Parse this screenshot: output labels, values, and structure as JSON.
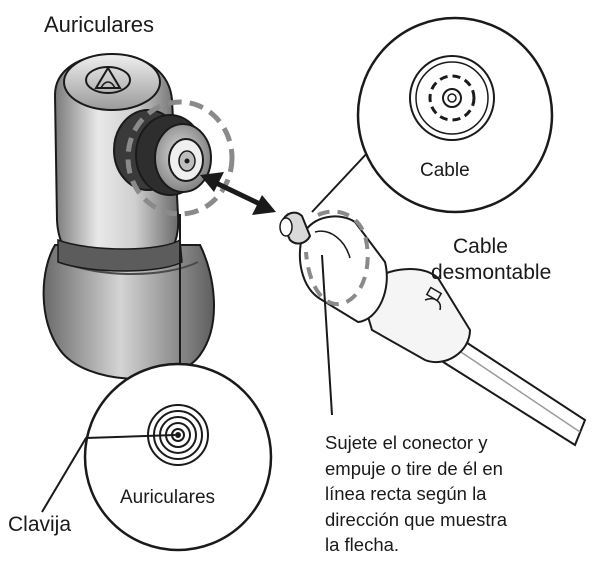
{
  "labels": {
    "earphones_top": "Auriculares",
    "cable_zoom": "Cable",
    "detachable_cable": [
      "Cable",
      "desmontable"
    ],
    "earphones_zoom": "Auriculares",
    "pin": "Clavija"
  },
  "instruction": [
    "Sujete el conector y",
    "empuje o tire de él en",
    "línea recta según la",
    "dirección que muestra",
    "la flecha."
  ],
  "colors": {
    "line": "#1a1a1a",
    "body_light": "#e6e6e6",
    "body_mid": "#b8b8b8",
    "body_dark": "#6e6e6e",
    "ring_dark": "#3a3a3a",
    "dashed": "#8a8a8a"
  }
}
